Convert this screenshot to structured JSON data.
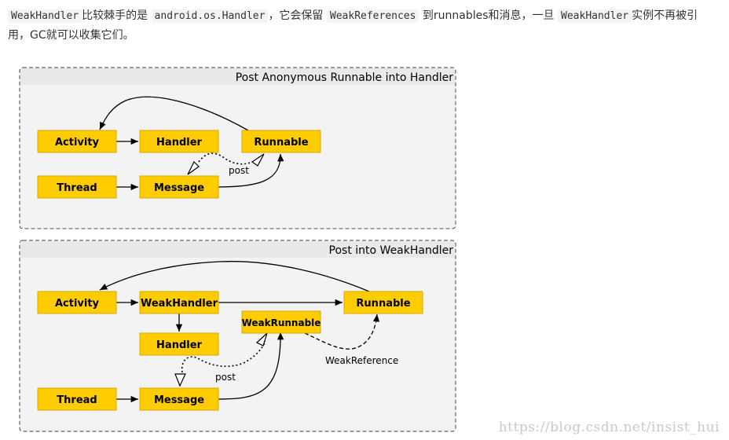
{
  "paragraph": {
    "code1": "WeakHandler",
    "text1": "比较棘手的是",
    "code2": "android.os.Handler",
    "text2": "，它会保留",
    "code3": "WeakReferences",
    "text3": "到runnables和消息，一旦",
    "code4": "WeakHandler",
    "text4": "实例不再被引用，GC就可以收集它们。"
  },
  "diagram1": {
    "title": "Post Anonymous Runnable into Handler",
    "nodes": {
      "activity": "Activity",
      "handler": "Handler",
      "runnable": "Runnable",
      "thread": "Thread",
      "message": "Message"
    },
    "post_label": "post"
  },
  "diagram2": {
    "title": "Post into WeakHandler",
    "nodes": {
      "activity": "Activity",
      "weakhandler": "WeakHandler",
      "runnable": "Runnable",
      "weakrunnable": "WeakRunnable",
      "handler": "Handler",
      "thread": "Thread",
      "message": "Message"
    },
    "post_label": "post",
    "weakref_label": "WeakReference"
  },
  "watermark": "https://blog.csdn.net/insist_hui",
  "colors": {
    "node_fill": "#ffcc00",
    "node_stroke": "#d9a800",
    "panel_bg": "#f3f3f3",
    "panel_header_bg": "#e9e9e9"
  }
}
